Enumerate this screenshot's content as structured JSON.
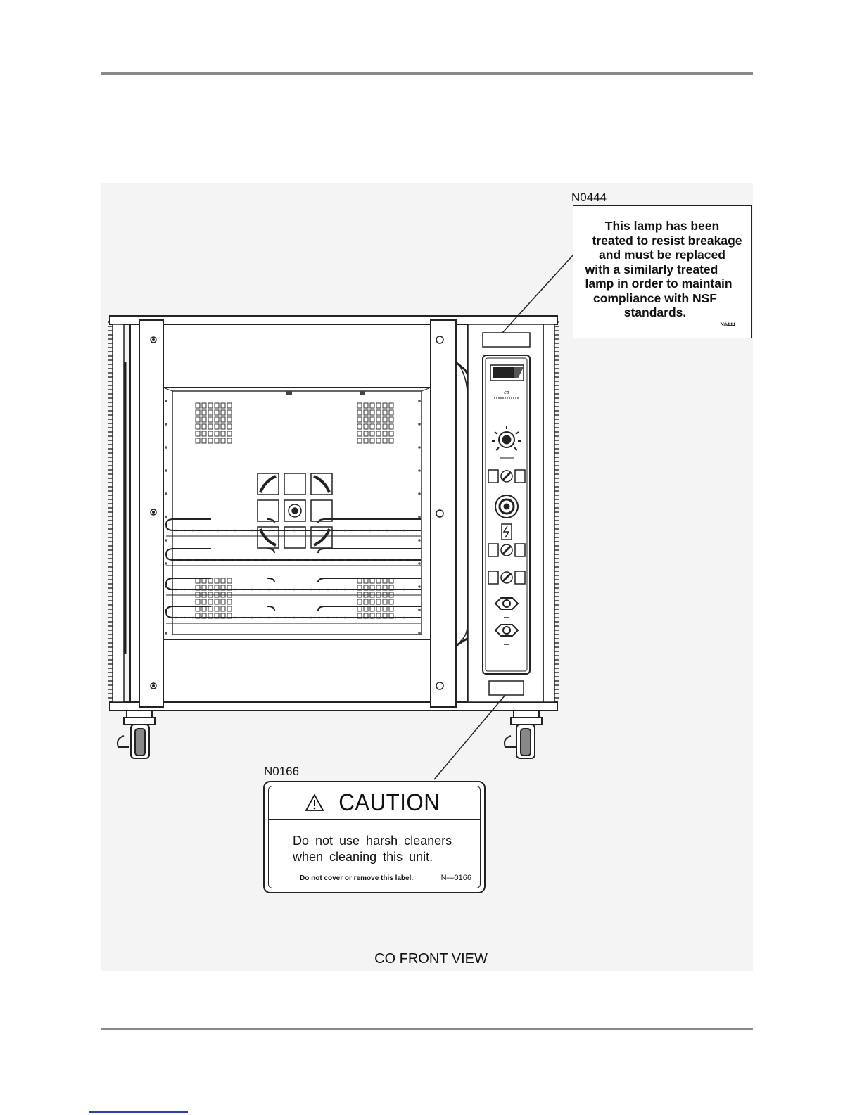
{
  "labels": {
    "n0444": {
      "code": "N0444",
      "lines": [
        "This lamp has been",
        "treated to resist breakage",
        "and must be replaced",
        "with a similarly treated",
        "lamp in order to maintain",
        "compliance with NSF",
        "standards."
      ],
      "small_code": "N0444"
    },
    "n0166": {
      "code": "N0166",
      "title": "CAUTION",
      "body_line1": "Do not use harsh cleaners",
      "body_line2": "when cleaning this unit.",
      "footer": "Do not cover or remove this label.",
      "footer_code": "N—0166"
    }
  },
  "caption": "CO FRONT VIEW",
  "icons": [
    "warning-triangle-icon"
  ]
}
